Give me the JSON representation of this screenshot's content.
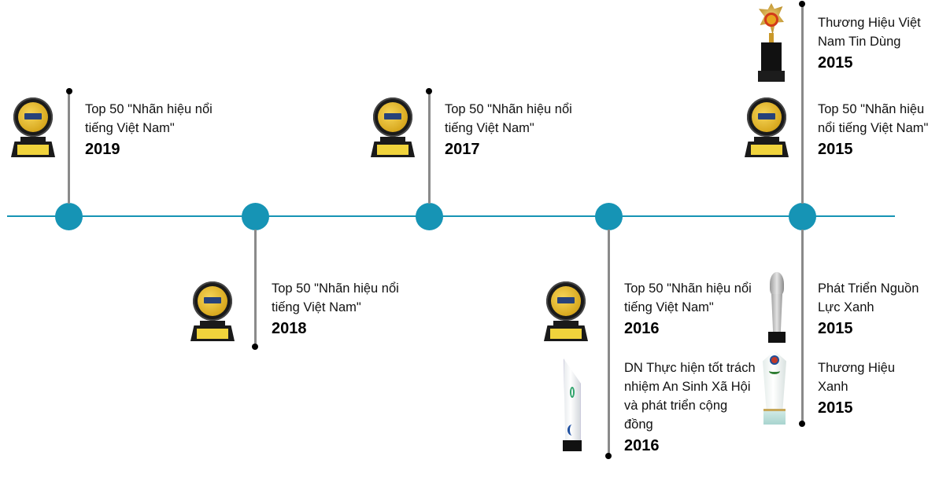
{
  "colors": {
    "axis": "#1694b5",
    "node": "#1694b5",
    "stem": "#8a8a8a",
    "stem_dot": "#000000",
    "text": "#111111"
  },
  "timeline": {
    "nodes": [
      {
        "id": "2019"
      },
      {
        "id": "2018"
      },
      {
        "id": "2017"
      },
      {
        "id": "2016"
      },
      {
        "id": "2015"
      }
    ],
    "entries": [
      {
        "label": "Top 50 \"Nhãn hiệu nổi tiếng Việt Nam\"",
        "year": "2019",
        "icon": "round-award-icon",
        "side": "above"
      },
      {
        "label": "Top 50 \"Nhãn hiệu nổi tiếng Việt Nam\"",
        "year": "2018",
        "icon": "round-award-icon",
        "side": "below"
      },
      {
        "label": "Top 50 \"Nhãn hiệu nổi tiếng Việt Nam\"",
        "year": "2017",
        "icon": "round-award-icon",
        "side": "above"
      },
      {
        "label": "Top 50 \"Nhãn hiệu nổi tiếng Việt Nam\"",
        "year": "2016",
        "icon": "round-award-icon",
        "side": "below"
      },
      {
        "label": "DN Thực hiện tốt trách nhiệm An Sinh Xã Hội và phát triển cộng đồng",
        "year": "2016",
        "icon": "crystal-slant-trophy-icon",
        "side": "below"
      },
      {
        "label": "Thương Hiệu Việt Nam Tin Dùng",
        "year": "2015",
        "icon": "gold-cup-trophy-icon",
        "side": "above"
      },
      {
        "label": "Top 50 \"Nhãn hiệu nổi tiếng Việt Nam\"",
        "year": "2015",
        "icon": "round-award-icon",
        "side": "above"
      },
      {
        "label": "Phát Triển Nguồn Lực Xanh",
        "year": "2015",
        "icon": "crystal-cup-trophy-icon",
        "side": "below"
      },
      {
        "label": "Thương Hiệu Xanh",
        "year": "2015",
        "icon": "crystal-shield-trophy-icon",
        "side": "below"
      }
    ]
  }
}
